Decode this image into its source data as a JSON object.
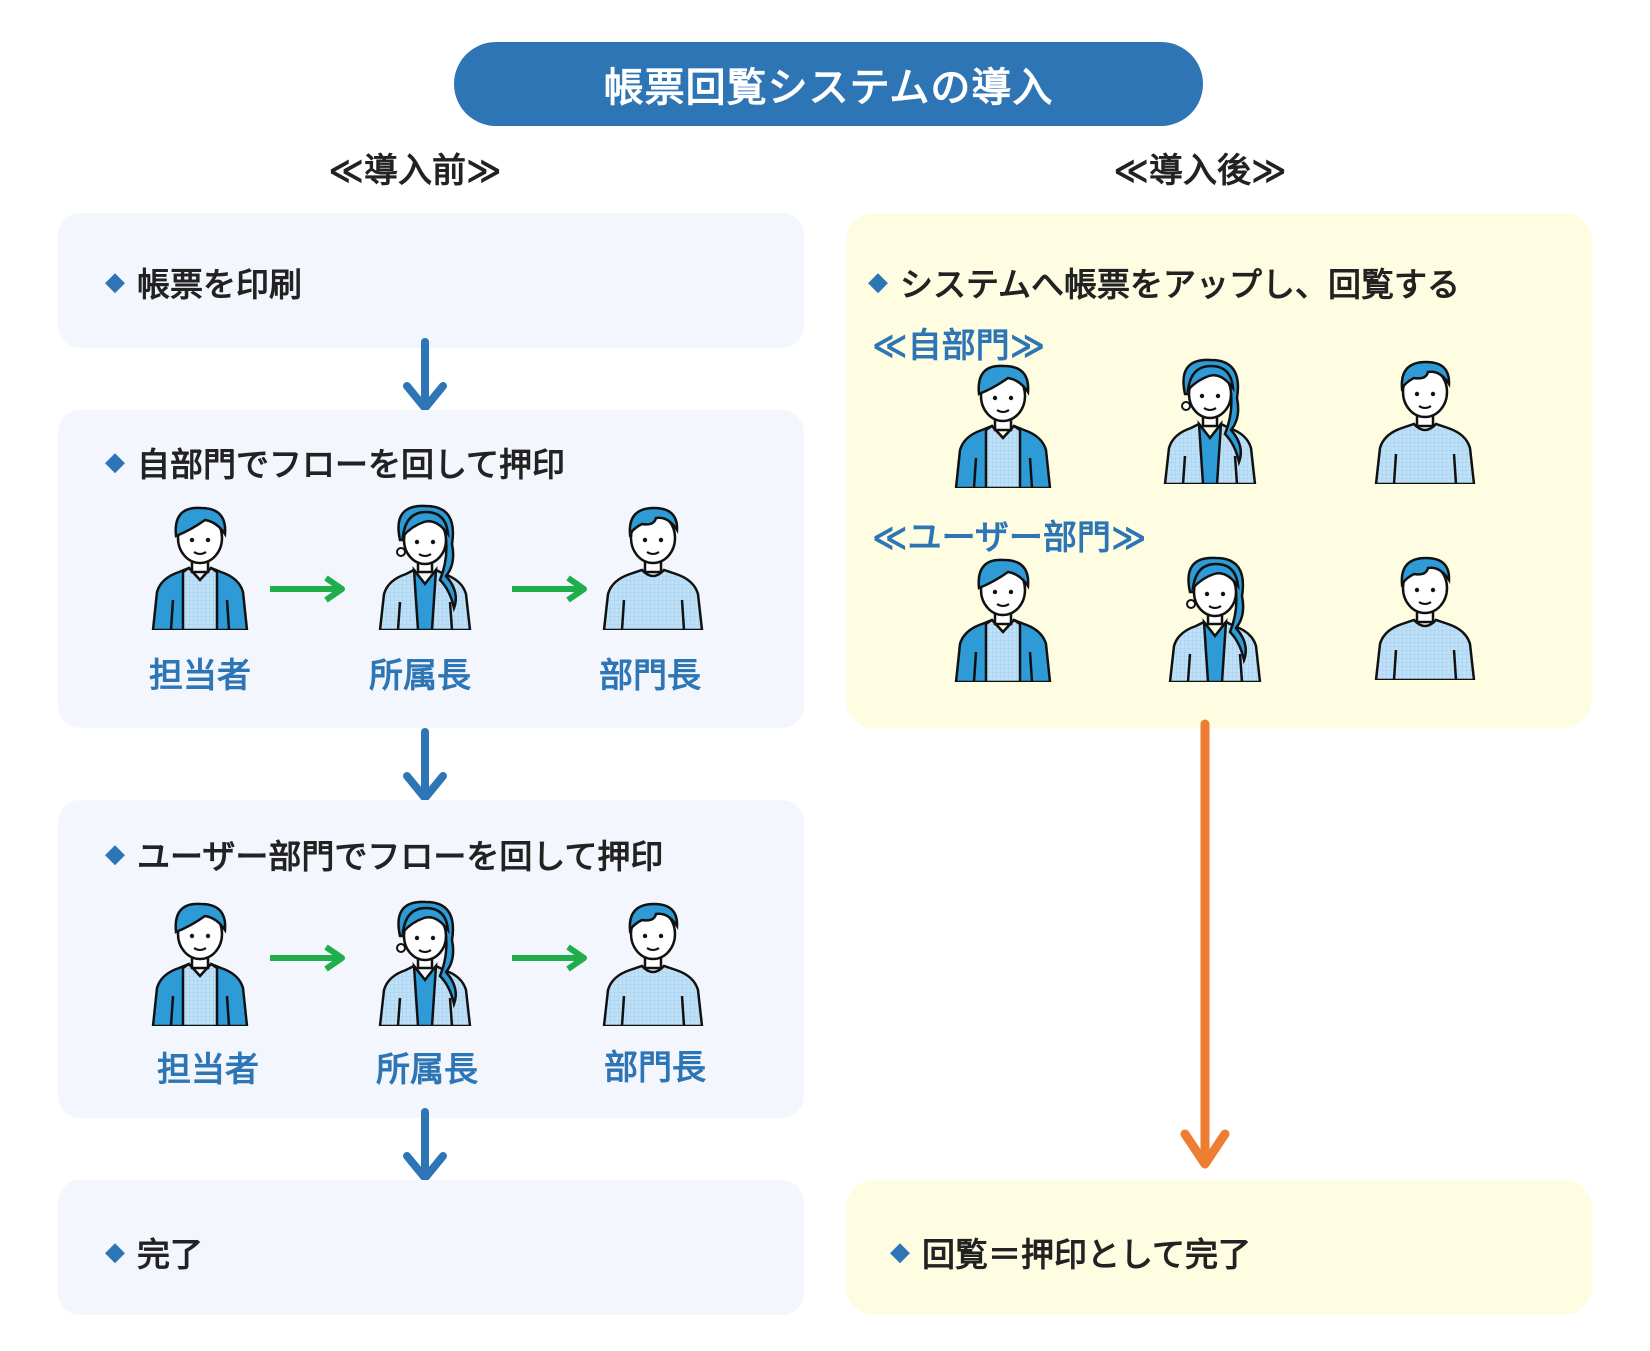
{
  "title": "帳票回覧システムの導入",
  "before": {
    "heading": "≪導入前≫",
    "step1": "帳票を印刷",
    "step2": {
      "label": "自部門でフローを回して押印",
      "roles": [
        "担当者",
        "所属長",
        "部門長"
      ]
    },
    "step3": {
      "label": "ユーザー部門でフローを回して押印",
      "roles": [
        "担当者",
        "所属長",
        "部門長"
      ]
    },
    "step4": "完了"
  },
  "after": {
    "heading": "≪導入後≫",
    "step1": "システムへ帳票をアップし、回覧する",
    "group1": "≪自部門≫",
    "group2": "≪ユーザー部門≫",
    "step2": "回覧＝押印として完了"
  },
  "icons": {
    "bullet": "◆",
    "flow_down": "down-arrow-icon",
    "flow_right": "right-arrow-icon",
    "person_staff": "person-jacket-icon",
    "person_manager_female": "person-female-icon",
    "person_director": "person-sweater-icon"
  },
  "colors": {
    "accent_blue": "#2e75b6",
    "green_arrow": "#1fae4a",
    "orange_arrow": "#ed7d31",
    "before_box": "#f3f7fd",
    "after_box": "#fefde2"
  }
}
